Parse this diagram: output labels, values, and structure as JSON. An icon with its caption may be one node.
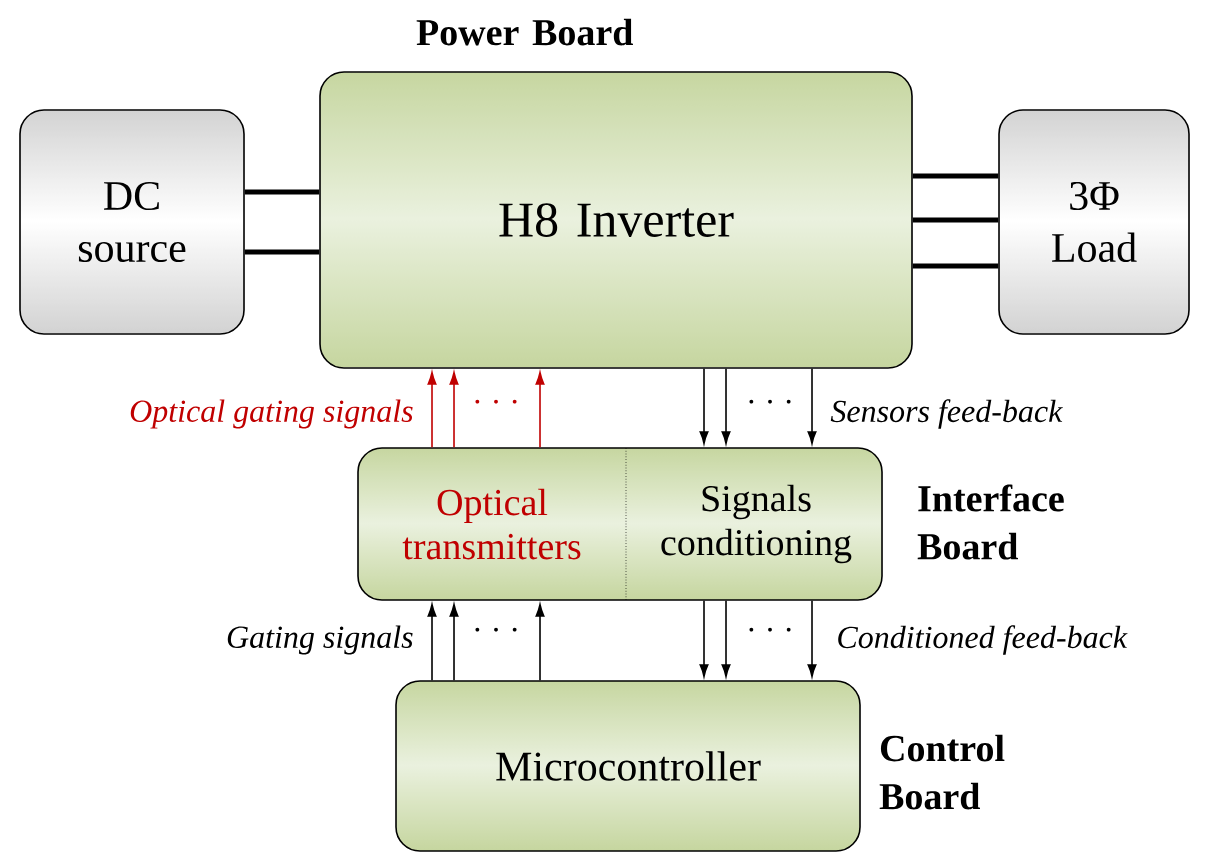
{
  "diagram": {
    "nodes": [
      {
        "text": [
          "DC source"
        ]
      },
      {
        "text": [
          "H8 Inverter"
        ],
        "beside": [
          "Power Board"
        ]
      },
      {
        "text": [
          "3Φ Load"
        ]
      },
      {
        "text": [
          "Optical transmitters",
          "Signals conditioning"
        ],
        "beside": [
          "Interface Board"
        ]
      },
      {
        "text": [
          "Microcontroller"
        ],
        "beside": [
          "Control Board"
        ]
      }
    ],
    "edges": [
      {
        "from": 0,
        "to": 1,
        "arrow": "none",
        "style": "thick"
      },
      {
        "from": 0,
        "to": 1,
        "arrow": "none",
        "style": "thick"
      },
      {
        "from": 1,
        "to": 2,
        "arrow": "none",
        "style": "thick"
      },
      {
        "from": 1,
        "to": 2,
        "arrow": "none",
        "style": "thick"
      },
      {
        "from": 1,
        "to": 2,
        "arrow": "none",
        "style": "thick"
      },
      {
        "from": 3,
        "to": 1,
        "arrow": "to",
        "color": "#c00000"
      },
      {
        "from": 3,
        "to": 1,
        "arrow": "to",
        "color": "#c00000"
      },
      {
        "from": 3,
        "to": 1,
        "arrow": "to",
        "color": "#c00000"
      },
      {
        "from": 1,
        "to": 3,
        "arrow": "to"
      },
      {
        "from": 1,
        "to": 3,
        "arrow": "to"
      },
      {
        "from": 1,
        "to": 3,
        "arrow": "to"
      },
      {
        "from": 4,
        "to": 3,
        "arrow": "to"
      },
      {
        "from": 4,
        "to": 3,
        "arrow": "to"
      },
      {
        "from": 4,
        "to": 3,
        "arrow": "to"
      },
      {
        "from": 3,
        "to": 4,
        "arrow": "to"
      },
      {
        "from": 3,
        "to": 4,
        "arrow": "to"
      },
      {
        "from": 3,
        "to": 4,
        "arrow": "to"
      }
    ],
    "labels": [
      "Optical gating signals",
      "· · ·",
      "· · ·",
      "Sensors feed-back",
      "Gating signals",
      "· · ·",
      "· · ·",
      "Conditioned feed-back"
    ]
  }
}
